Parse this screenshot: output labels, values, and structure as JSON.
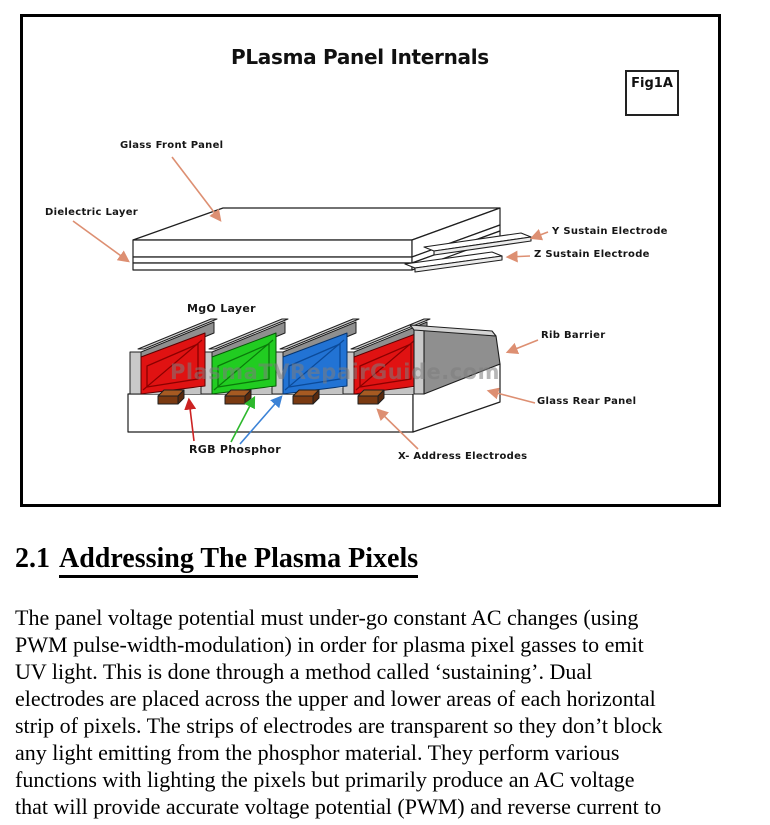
{
  "figure": {
    "title": "PLasma Panel Internals",
    "fig_ref": "Fig1A",
    "watermark": "PlasmaTVRepairGuide.com",
    "labels": {
      "glass_front_panel": "Glass Front Panel",
      "dielectric_layer": "Dielectric Layer",
      "y_sustain_electrode": "Y Sustain Electrode",
      "z_sustain_electrode": "Z Sustain Electrode",
      "mgo_layer": "MgO Layer",
      "rib_barrier": "Rib Barrier",
      "glass_rear_panel": "Glass Rear Panel",
      "rgb_phosphor": "RGB Phosphor",
      "x_address_electrodes": "X- Address Electrodes"
    },
    "colors": {
      "phosphor_red": "#e01212",
      "phosphor_red_dark": "#8b0000",
      "phosphor_green": "#21cc21",
      "phosphor_green_dark": "#0a7a0a",
      "phosphor_blue": "#2273d4",
      "phosphor_blue_dark": "#0b4a99",
      "rib_gray": "#8f8f8f",
      "rib_light_gray": "#c9c9c9",
      "rib_top_gray": "#d4d4d4",
      "base_gray": "#c4c4c4",
      "electrode_front": "#7a3a12",
      "electrode_top": "#a65a22",
      "electrode_side": "#5a2a0e",
      "arrow_salmon": "#dd8f72",
      "arrow_red": "#cc2222",
      "arrow_green": "#2db82d",
      "arrow_blue": "#3b82d6"
    }
  },
  "section": {
    "number": "2.1",
    "title": "Addressing The Plasma Pixels"
  },
  "paragraph": {
    "lines": [
      "The panel voltage potential must under-go constant AC changes (using",
      "PWM pulse-width-modulation) in order for plasma pixel gasses to emit",
      "UV light. This is done through a method called ‘sustaining’. Dual",
      "electrodes are placed across the upper and lower areas of each horizontal",
      "strip of pixels. The strips of electrodes are transparent so they don’t block",
      "any light emitting from the phosphor material. They perform various",
      "functions with lighting the pixels but primarily produce an AC voltage",
      "that will provide accurate voltage potential (PWM) and reverse current to"
    ]
  }
}
